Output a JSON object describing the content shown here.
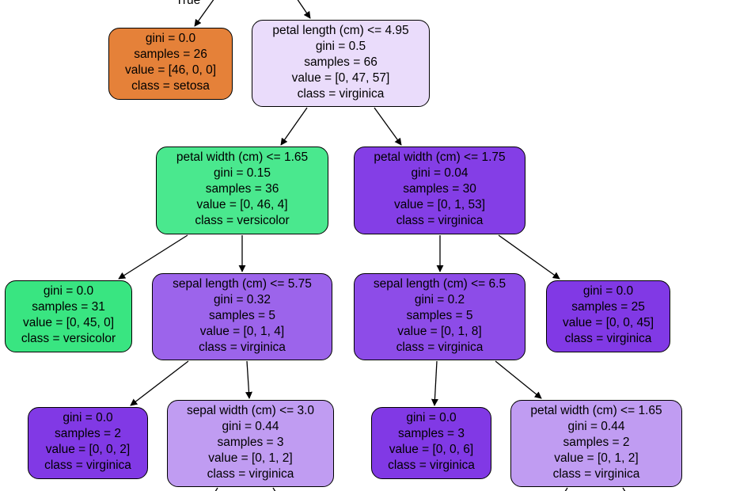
{
  "edge_labels": {
    "true_label": "True"
  },
  "nodes": {
    "n1": {
      "color": "#e58139",
      "lines": [
        "gini = 0.0",
        "samples = 26",
        "value = [46, 0, 0]",
        "class = setosa"
      ]
    },
    "n2": {
      "color": "#eadcfb",
      "lines": [
        "petal length (cm) <= 4.95",
        "gini = 0.5",
        "samples = 66",
        "value = [0, 47, 57]",
        "class = virginica"
      ]
    },
    "n3": {
      "color": "#4ae88e",
      "lines": [
        "petal width (cm) <= 1.65",
        "gini = 0.15",
        "samples = 36",
        "value = [0, 46, 4]",
        "class = versicolor"
      ]
    },
    "n4": {
      "color": "#843ee6",
      "lines": [
        "petal width (cm) <= 1.75",
        "gini = 0.04",
        "samples = 30",
        "value = [0, 1, 53]",
        "class = virginica"
      ]
    },
    "n5": {
      "color": "#39e581",
      "lines": [
        "gini = 0.0",
        "samples = 31",
        "value = [0, 45, 0]",
        "class = versicolor"
      ]
    },
    "n6": {
      "color": "#9c64eb",
      "lines": [
        "sepal length (cm) <= 5.75",
        "gini = 0.32",
        "samples = 5",
        "value = [0, 1, 4]",
        "class = virginica"
      ]
    },
    "n7": {
      "color": "#8d4ce8",
      "lines": [
        "sepal length (cm) <= 6.5",
        "gini = 0.2",
        "samples = 5",
        "value = [0, 1, 8]",
        "class = virginica"
      ]
    },
    "n8": {
      "color": "#8139e5",
      "lines": [
        "gini = 0.0",
        "samples = 25",
        "value = [0, 0, 45]",
        "class = virginica"
      ]
    },
    "n9": {
      "color": "#8139e5",
      "lines": [
        "gini = 0.0",
        "samples = 2",
        "value = [0, 0, 2]",
        "class = virginica"
      ]
    },
    "n10": {
      "color": "#c09cf2",
      "lines": [
        "sepal width (cm) <= 3.0",
        "gini = 0.44",
        "samples = 3",
        "value = [0, 1, 2]",
        "class = virginica"
      ]
    },
    "n11": {
      "color": "#8139e5",
      "lines": [
        "gini = 0.0",
        "samples = 3",
        "value = [0, 0, 6]",
        "class = virginica"
      ]
    },
    "n12": {
      "color": "#c09cf2",
      "lines": [
        "petal width (cm) <= 1.65",
        "gini = 0.44",
        "samples = 2",
        "value = [0, 1, 2]",
        "class = virginica"
      ]
    }
  }
}
